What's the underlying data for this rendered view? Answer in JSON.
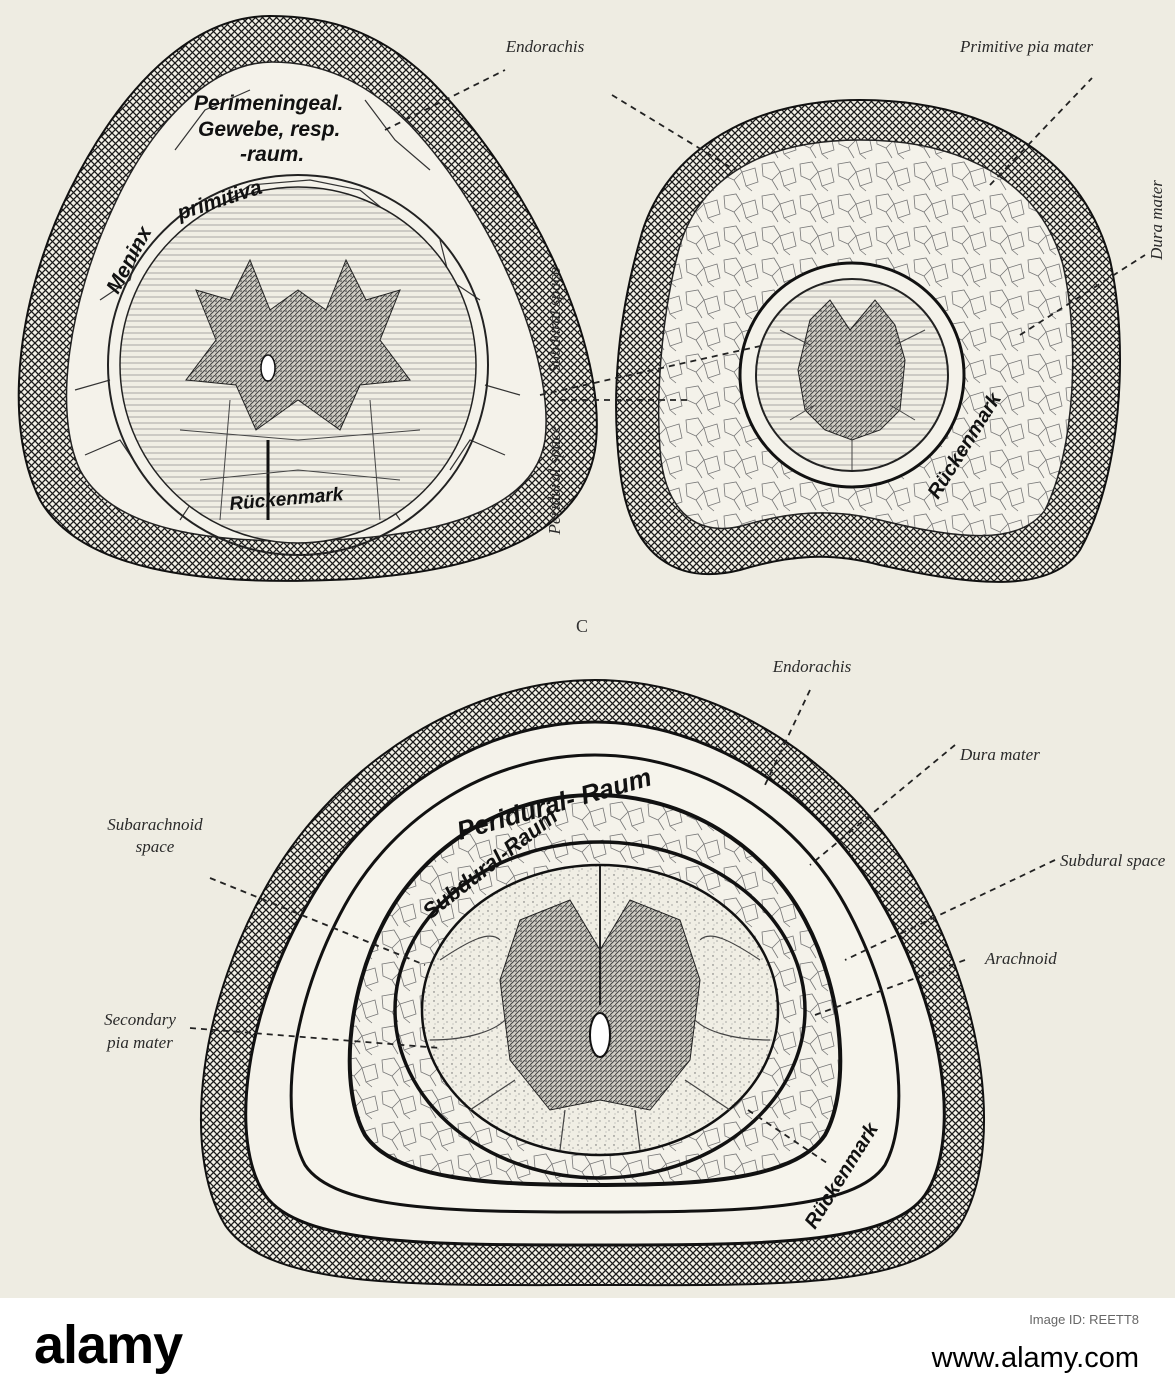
{
  "figure": {
    "panel_c_letter": "C",
    "labels": {
      "endorachis_top": "Endorachis",
      "primitive_pia_mater": "Primitive pia mater",
      "subdural_space_vertical": "Subdural space",
      "peridural_space_vertical": "Peridural space",
      "dura_mater_vertical": "Dura mater",
      "endorachis_bottom": "Endorachis",
      "dura_mater_bottom": "Dura mater",
      "subarachnoid_space_line1": "Subarachnoid",
      "subarachnoid_space_line2": "space",
      "subdural_space_bottom": "Subdural space",
      "arachnoid": "Arachnoid",
      "secondary_pia_line1": "Secondary",
      "secondary_pia_line2": "pia mater"
    },
    "inner_text": {
      "perimeningeal_line1": "Perimeningeal.",
      "perimeningeal_line2": "Gewebe, resp.",
      "perimeningeal_line3": "-raum.",
      "meninx": "Meninx",
      "primitiva": "primitiva",
      "rueckenmark_a": "Rückenmark",
      "rueckenmark_b": "Rückenmark",
      "rueckenmark_c": "Rückenmark",
      "peridural_raum": "Peridural- Raum",
      "subdural_raum": "Subdural-Raum"
    }
  },
  "stock": {
    "logo": "alamy",
    "image_id": "Image ID: REETT8",
    "url": "www.alamy.com"
  }
}
